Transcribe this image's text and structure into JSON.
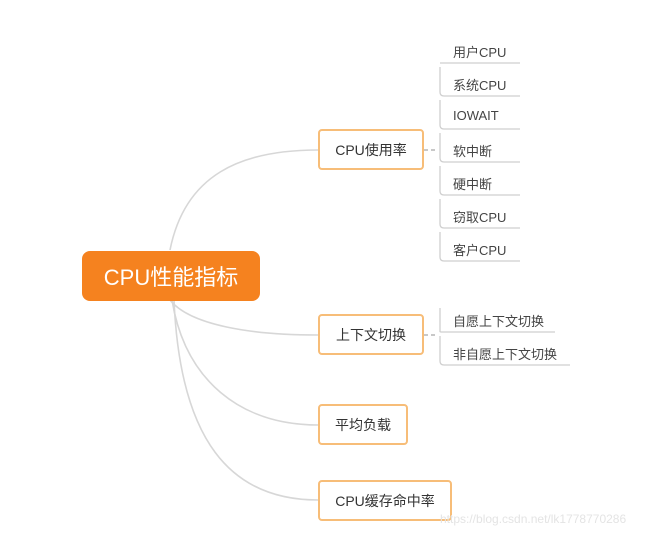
{
  "colors": {
    "root_fill": "#f5821f",
    "root_text": "#ffffff",
    "branch_border": "#f7bd78",
    "connector": "#d7d7d7",
    "text": "#333333"
  },
  "mindmap": {
    "root": "CPU性能指标",
    "branches": [
      {
        "label": "CPU使用率",
        "children": [
          "用户CPU",
          "系统CPU",
          "IOWAIT",
          "软中断",
          "硬中断",
          "窃取CPU",
          "客户CPU"
        ]
      },
      {
        "label": "上下文切换",
        "children": [
          "自愿上下文切换",
          "非自愿上下文切换"
        ]
      },
      {
        "label": "平均负载",
        "children": []
      },
      {
        "label": "CPU缓存命中率",
        "children": []
      }
    ]
  },
  "watermark": "https://blog.csdn.net/lk1778770286"
}
